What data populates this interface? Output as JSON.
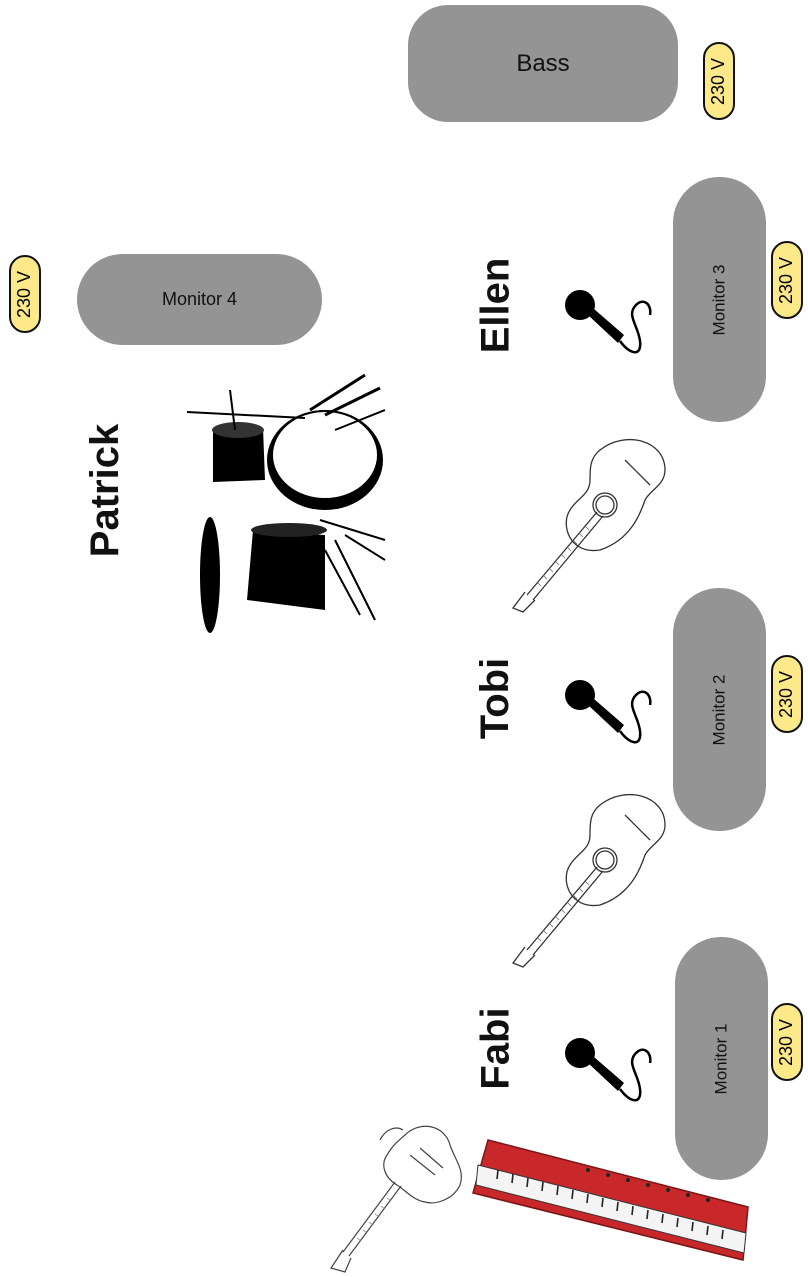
{
  "amp": {
    "bass_label": "Bass"
  },
  "monitors": [
    {
      "label": "Monitor 1"
    },
    {
      "label": "Monitor 2"
    },
    {
      "label": "Monitor 3"
    },
    {
      "label": "Monitor 4"
    }
  ],
  "power": {
    "label": "230 V"
  },
  "musicians": {
    "fabi": "Fabi",
    "tobi": "Tobi",
    "ellen": "Ellen",
    "patrick": "Patrick"
  },
  "icons": [
    "microphone-icon",
    "acoustic-guitar-icon",
    "electric-guitar-icon",
    "keyboard-icon",
    "drum-kit-icon"
  ],
  "colors": {
    "box": "#949494",
    "power_badge": "#fde98a",
    "keyboard": "#c8282a"
  }
}
